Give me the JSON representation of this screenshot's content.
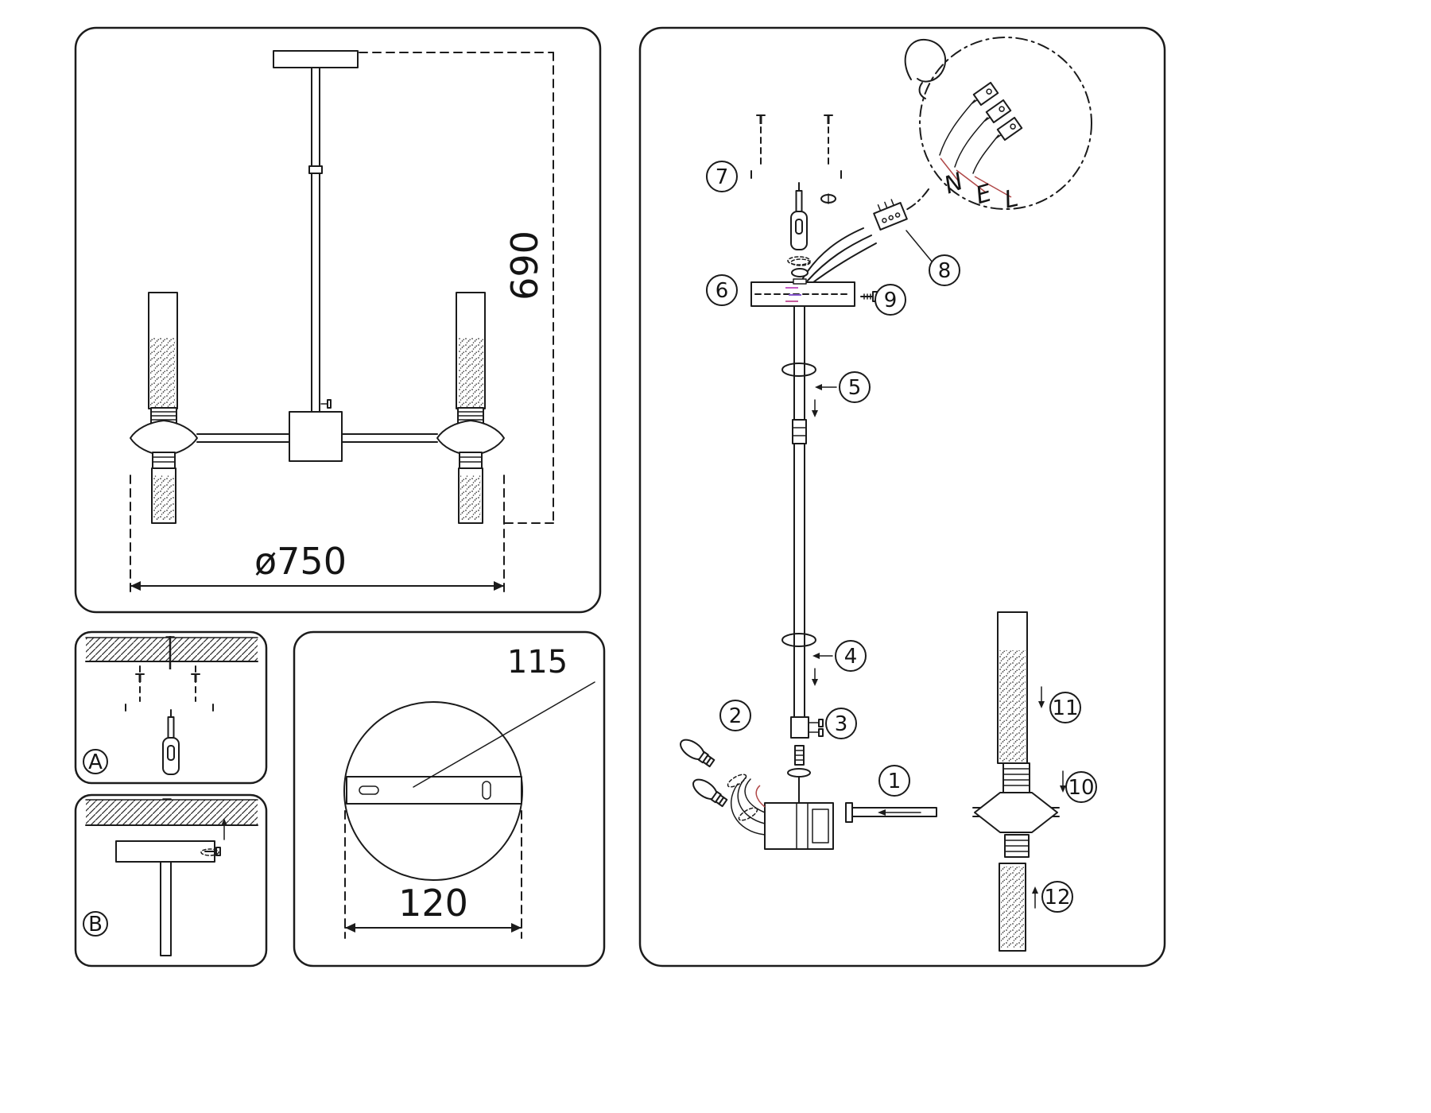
{
  "front_view": {
    "height_mm": "690",
    "diameter_mm": "ø750"
  },
  "canopy_detail": {
    "hole_spacing": "115",
    "plate_width": "120"
  },
  "panels": {
    "a_label": "A",
    "b_label": "B"
  },
  "wiring": {
    "n": "N",
    "e": "E",
    "l": "L"
  },
  "assembly_steps": [
    "1",
    "2",
    "3",
    "4",
    "5",
    "6",
    "7",
    "8",
    "9",
    "10",
    "11",
    "12"
  ]
}
